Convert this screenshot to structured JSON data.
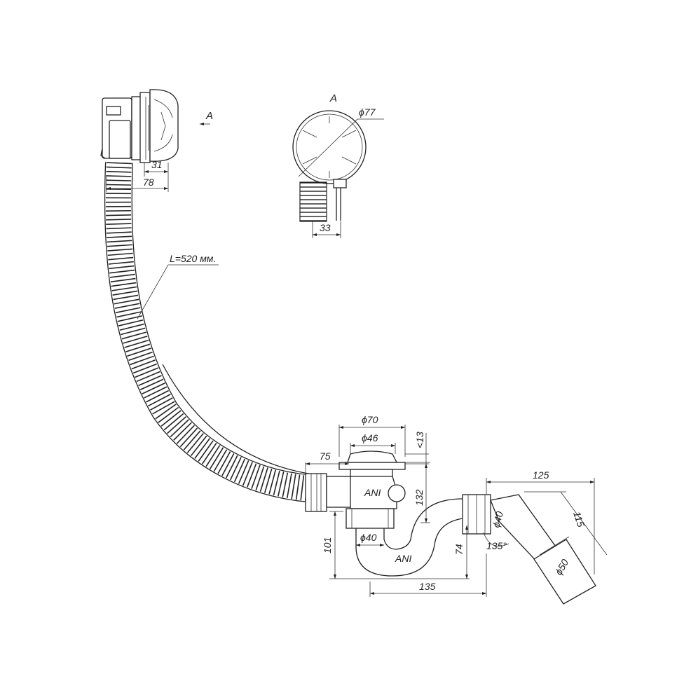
{
  "view_marker": {
    "arrow_label": "A",
    "detail_title": "A"
  },
  "dimensions": {
    "overflow_depth": "31",
    "overflow_width": "78",
    "detail_diameter": "ϕ77",
    "detail_offset": "33",
    "hose_length": "L=520 мм.",
    "outlet_outer_diameter": "ϕ70",
    "outlet_inner_diameter": "ϕ46",
    "flange_height": "<13",
    "side_inlet_offset": "75",
    "trap_height": "132",
    "trap_depth": "101",
    "trap_inlet_diameter": "ϕ40",
    "seal_height": "74",
    "trap_length": "135",
    "outlet_length": "125",
    "outlet_drop": "115",
    "outlet_pipe_diameter": "ϕ40",
    "outlet_angle": "135°",
    "outlet_socket_diameter": "ϕ50"
  }
}
